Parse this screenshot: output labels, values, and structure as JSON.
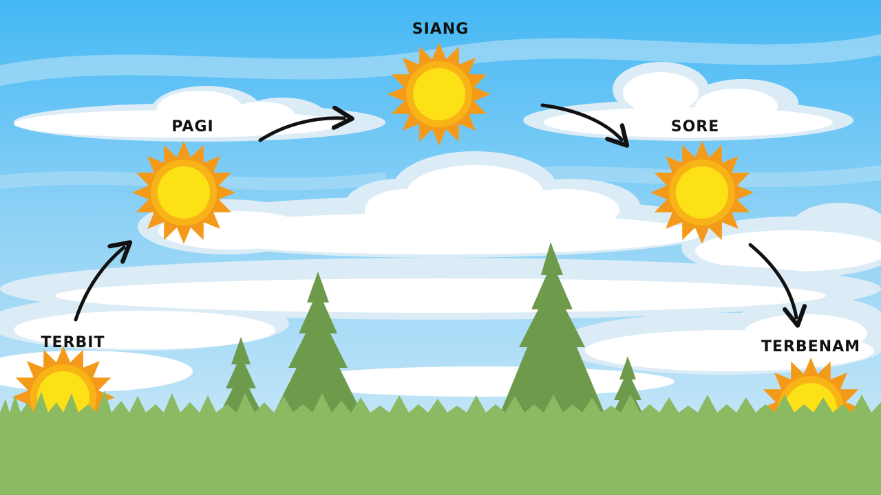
{
  "diagram": {
    "stages": [
      {
        "label": "TERBIT"
      },
      {
        "label": "PAGI"
      },
      {
        "label": "SIANG"
      },
      {
        "label": "SORE"
      },
      {
        "label": "TERBENAM"
      }
    ]
  },
  "colors": {
    "sky_top": "#4fc0f5",
    "sky_bottom": "#c9e8f8",
    "cloud": "#ffffff",
    "cloud_shadow": "#dcecf7",
    "grass": "#8bba62",
    "tree": "#6e9a4c",
    "sun_ray": "#f49a1a",
    "sun_ring": "#f8b416",
    "sun_core": "#fde117",
    "arrow": "#111111"
  },
  "icons": [
    "sun-icon",
    "arrow-icon",
    "tree-icon",
    "cloud-icon",
    "grass-icon"
  ]
}
